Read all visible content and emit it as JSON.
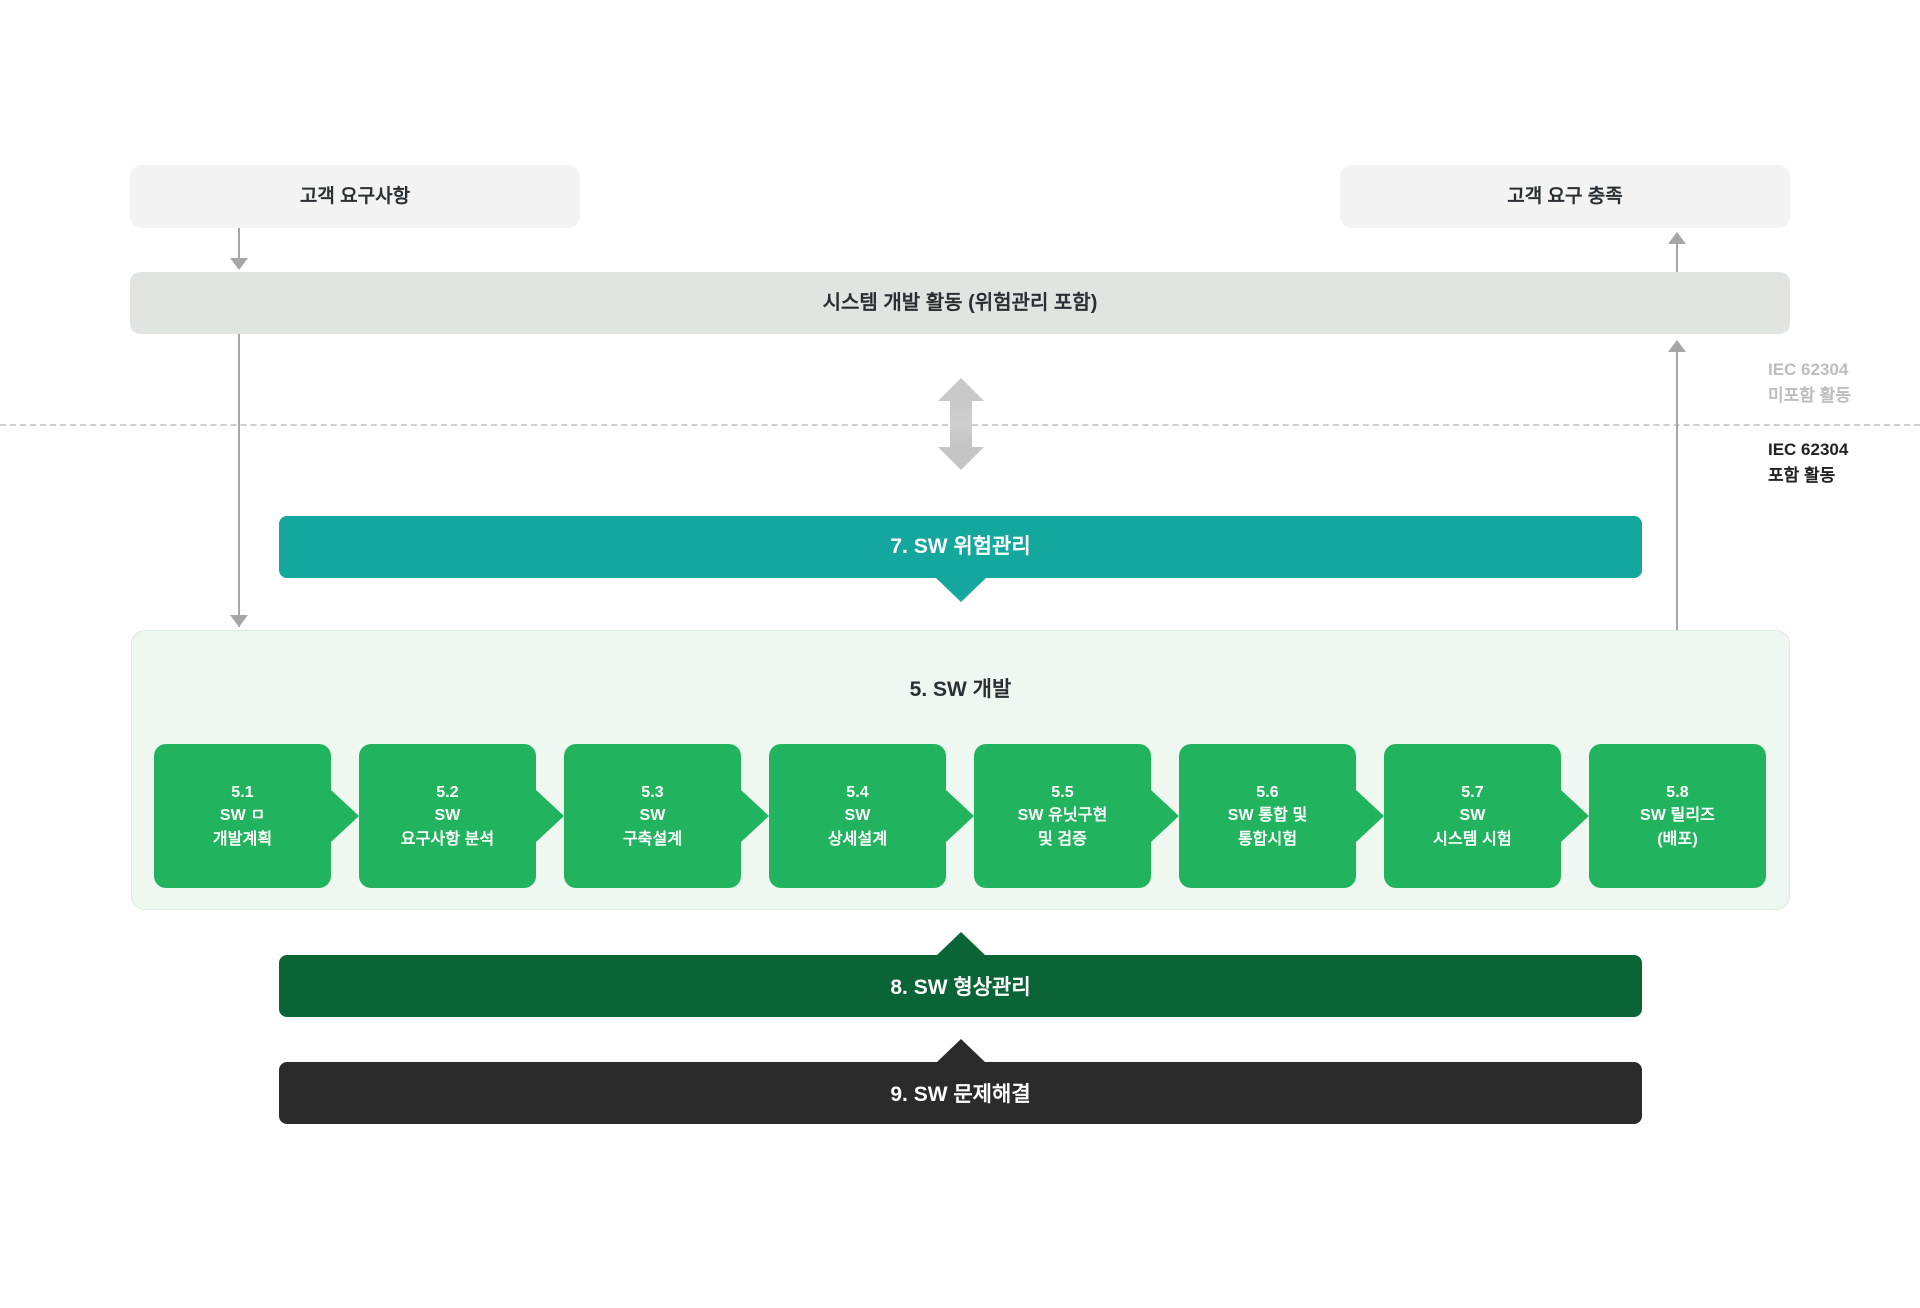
{
  "diagram": {
    "title_hidden": "",
    "colors": {
      "green": "#22b35e",
      "teal": "#14a79d",
      "dark_green": "#0a6435",
      "near_black": "#2b2b2b",
      "io_box_bg": "#f2f3f2",
      "system_bar_bg": "#e0e5e1",
      "dev_group_bg": "#eef8f1",
      "connector_grey": "#a6a6a6"
    },
    "input_box": {
      "label": "고객 요구사항"
    },
    "output_box": {
      "label": "고객 요구 충족"
    },
    "system_bar": {
      "label": "시스템 개발 활동 (위험관리 포함)"
    },
    "divider_legend": {
      "above": {
        "line1": "IEC 62304",
        "line2": "미포함 활동"
      },
      "below": {
        "line1": "IEC 62304",
        "line2": "포함 활동"
      }
    },
    "risk_bar": {
      "label": "7. SW 위험관리"
    },
    "development": {
      "title": "5. SW 개발",
      "steps": [
        {
          "num": "5.1",
          "line1": "SW ㅁ",
          "line2": "개발계획"
        },
        {
          "num": "5.2",
          "line1": "SW",
          "line2": "요구사항 분석"
        },
        {
          "num": "5.3",
          "line1": "SW",
          "line2": "구축설계"
        },
        {
          "num": "5.4",
          "line1": "SW",
          "line2": "상세설계"
        },
        {
          "num": "5.5",
          "line1": "SW 유닛구현",
          "line2": "및 검증"
        },
        {
          "num": "5.6",
          "line1": "SW 통합 및",
          "line2": "통합시험"
        },
        {
          "num": "5.7",
          "line1": "SW",
          "line2": "시스템 시험"
        },
        {
          "num": "5.8",
          "line1": "SW 릴리즈",
          "line2": "(배포)"
        }
      ]
    },
    "config_bar": {
      "label": "8. SW 형상관리"
    },
    "problem_bar": {
      "label": "9. SW 문제해결"
    }
  }
}
